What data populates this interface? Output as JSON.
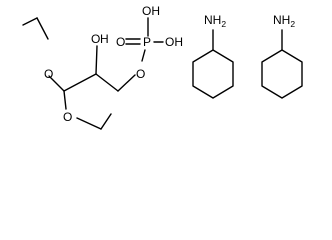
{
  "molecule_main": {
    "labels": {
      "phosphate_oh_top": "OH",
      "phosphate_oh_right": "OH",
      "phosphoryl_o": "O",
      "phosphorus": "P",
      "ester_o": "O",
      "hydroxyl_o": "O",
      "hydroxyl_h": "H",
      "ether_o_top": "O",
      "ether_o_bottom": "O"
    }
  },
  "cyclohexylamine_1": {
    "amine_label_main": "NH",
    "amine_label_sub": "2"
  },
  "cyclohexylamine_2": {
    "amine_label_main": "NH",
    "amine_label_sub": "2"
  }
}
